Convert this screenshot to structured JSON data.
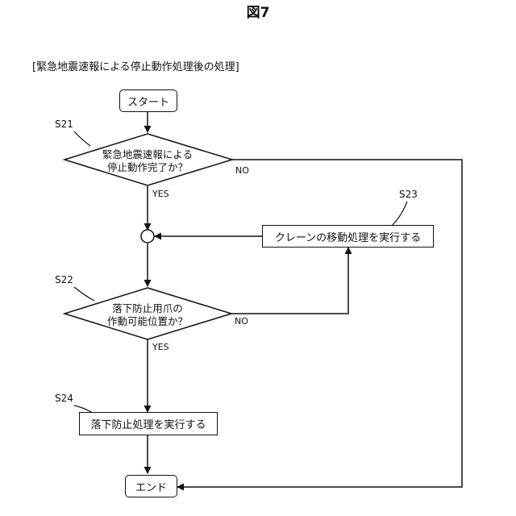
{
  "figure_title": "図7",
  "caption": "[緊急地震速報による停止動作処理後の処理]",
  "nodes": {
    "start": "スタート",
    "decision1_line1": "緊急地震速報による",
    "decision1_line2": "停止動作完了か？",
    "process_crane": "クレーンの移動処理を実行する",
    "decision2_line1": "落下防止用爪の",
    "decision2_line2": "作動可能位置か？",
    "process_fall": "落下防止処理を実行する",
    "end": "エンド"
  },
  "step_labels": {
    "s21": "S21",
    "s22": "S22",
    "s23": "S23",
    "s24": "S24"
  },
  "branch_labels": {
    "d1_yes": "YES",
    "d1_no": "NO",
    "d2_yes": "YES",
    "d2_no": "NO"
  }
}
